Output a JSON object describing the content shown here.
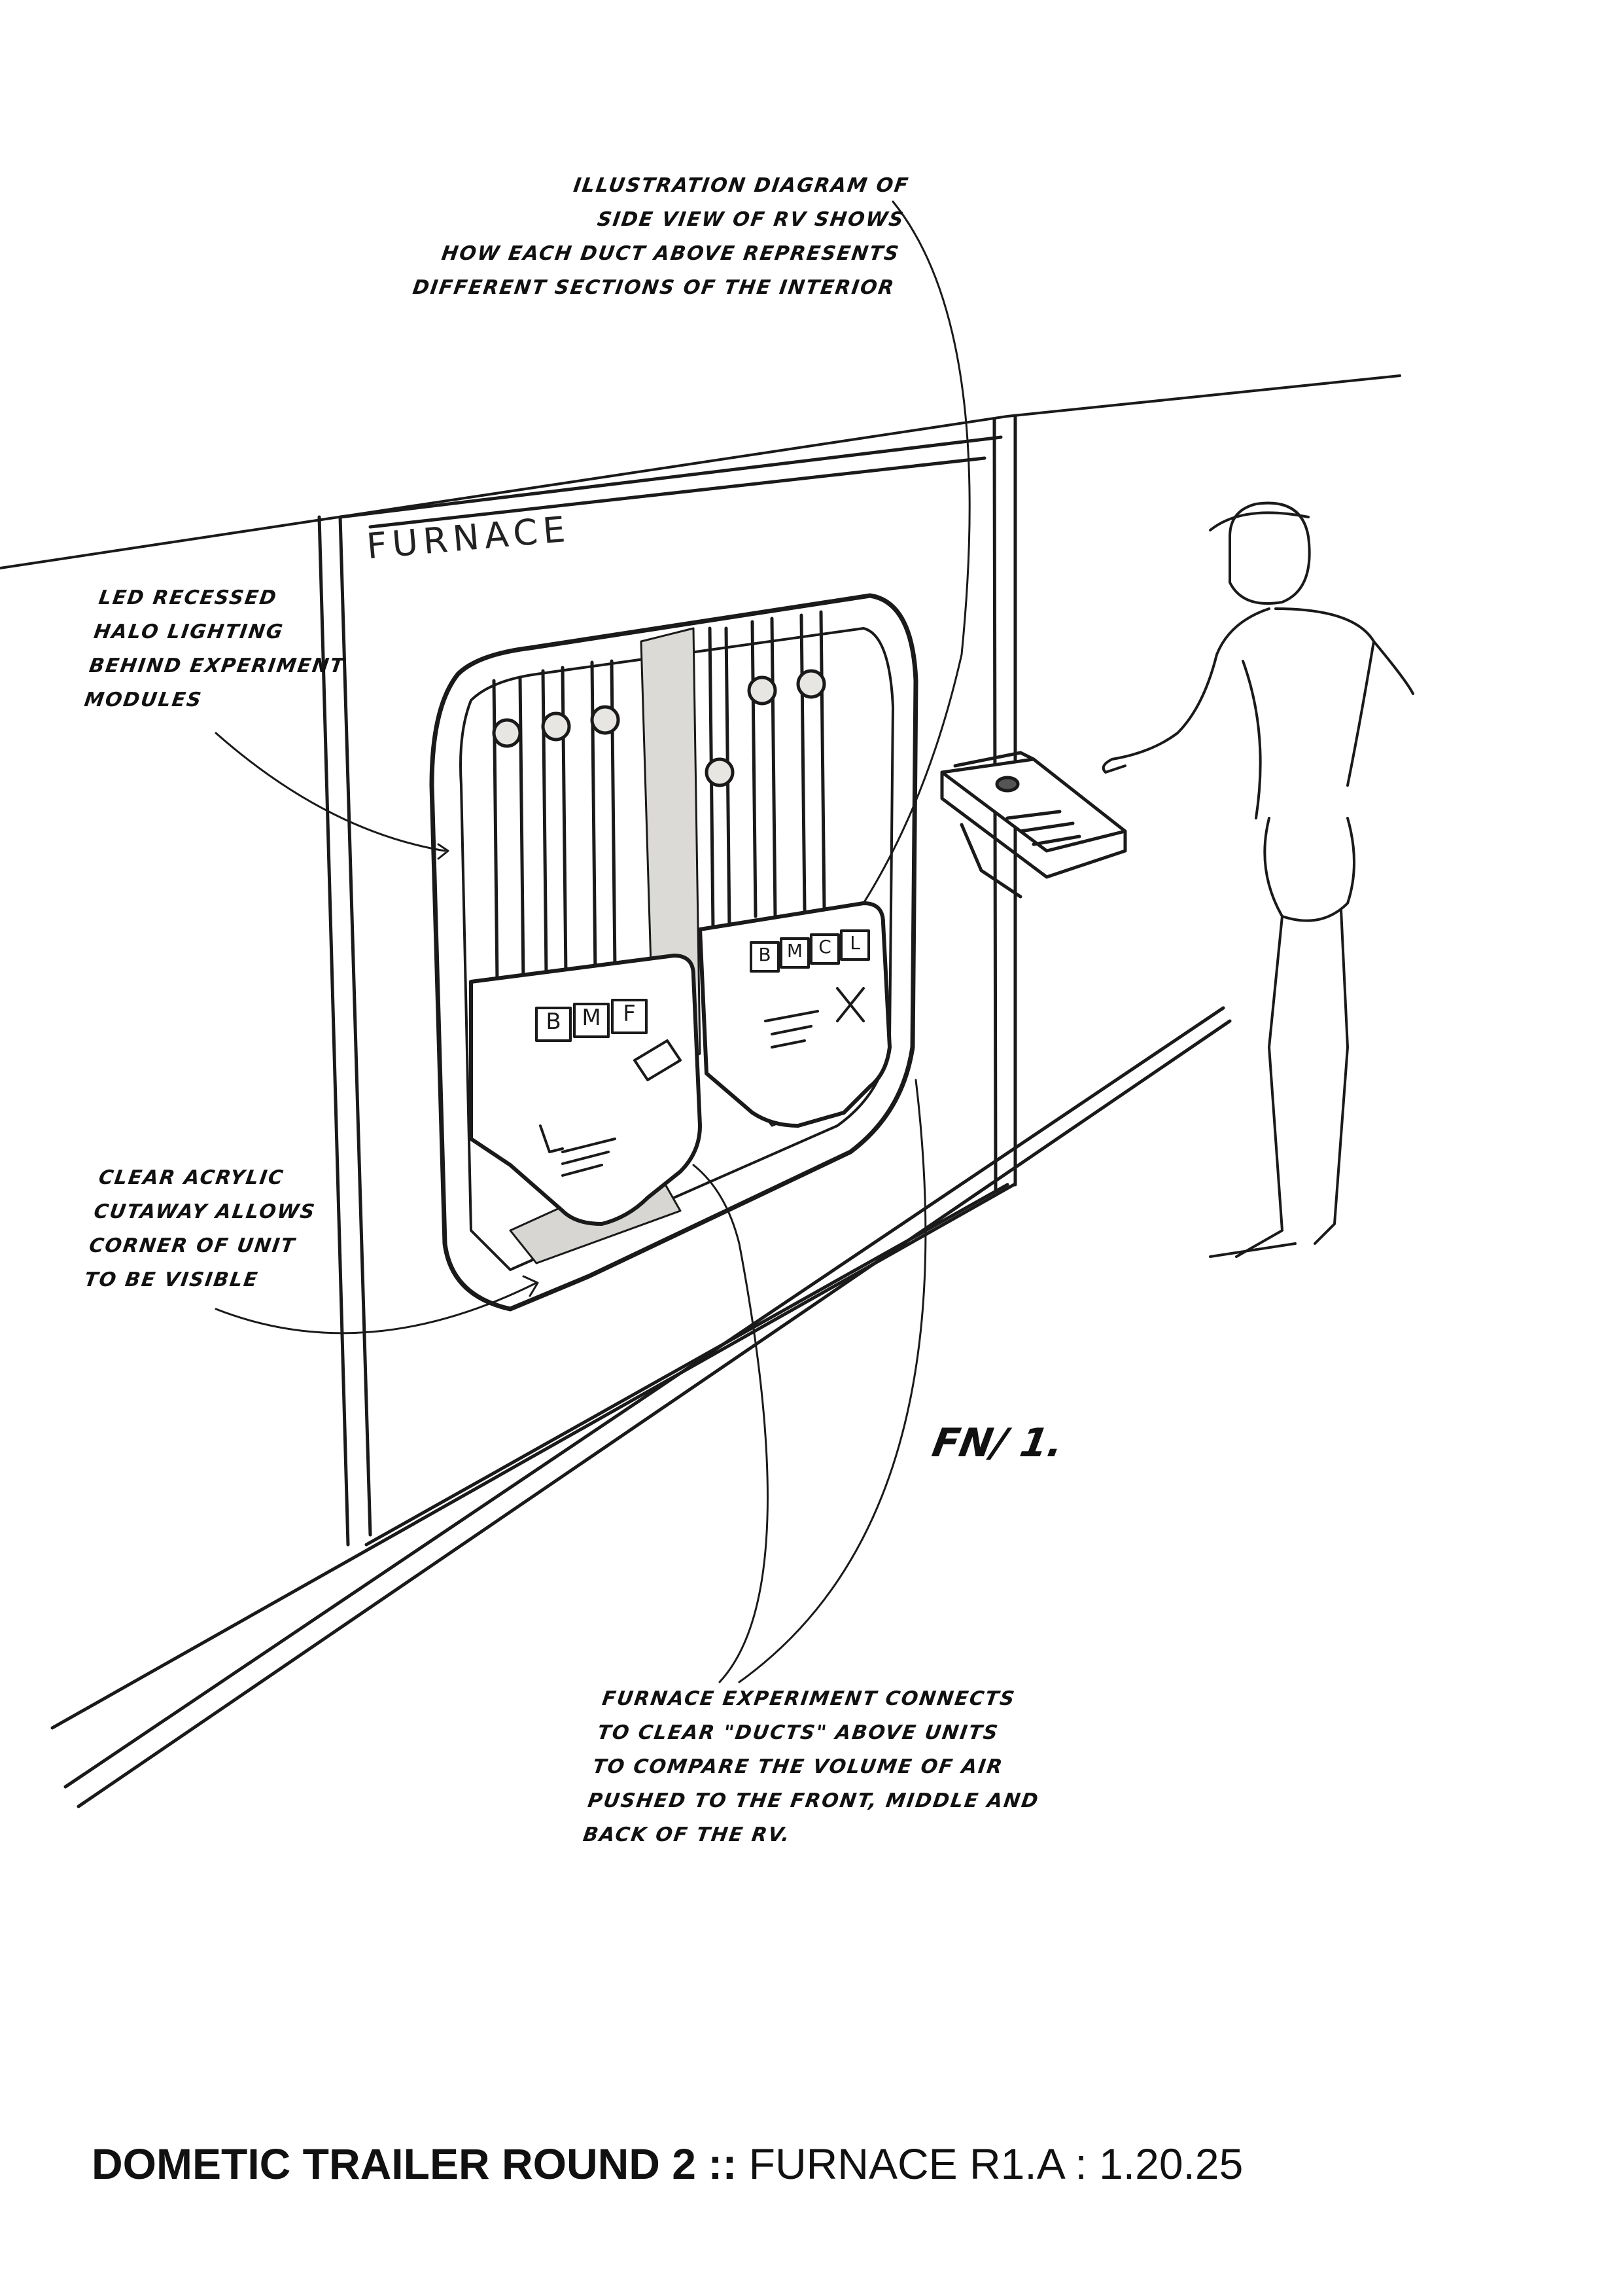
{
  "annotations": {
    "illustration": "ILLUSTRATION DIAGRAM OF\nSIDE VIEW OF RV SHOWS\nHOW EACH DUCT ABOVE REPRESENTS\nDIFFERENT SECTIONS OF THE INTERIOR",
    "led": "LED RECESSED\nHALO LIGHTING\nBEHIND EXPERIMENT\nMODULES",
    "acrylic": "CLEAR ACRYLIC\nCUTAWAY ALLOWS\nCORNER OF UNIT\nTO BE VISIBLE",
    "furnace_experiment": "FURNACE EXPERIMENT CONNECTS\nTO CLEAR \"DUCTS\" ABOVE UNITS\nTO COMPARE THE VOLUME OF AIR\nPUSHED TO THE FRONT, MIDDLE AND\nBACK OF THE RV."
  },
  "drawing": {
    "sign_text": "FURNACE",
    "reference": "FN/ 1.",
    "module_left_keys": [
      "B",
      "M",
      "F"
    ],
    "module_right_keys": [
      "B",
      "M",
      "C",
      "L"
    ]
  },
  "footer": {
    "project": "DOMETIC TRAILER ROUND 2 ::",
    "subject": "FURNACE  R1.A : 1.20.25"
  }
}
